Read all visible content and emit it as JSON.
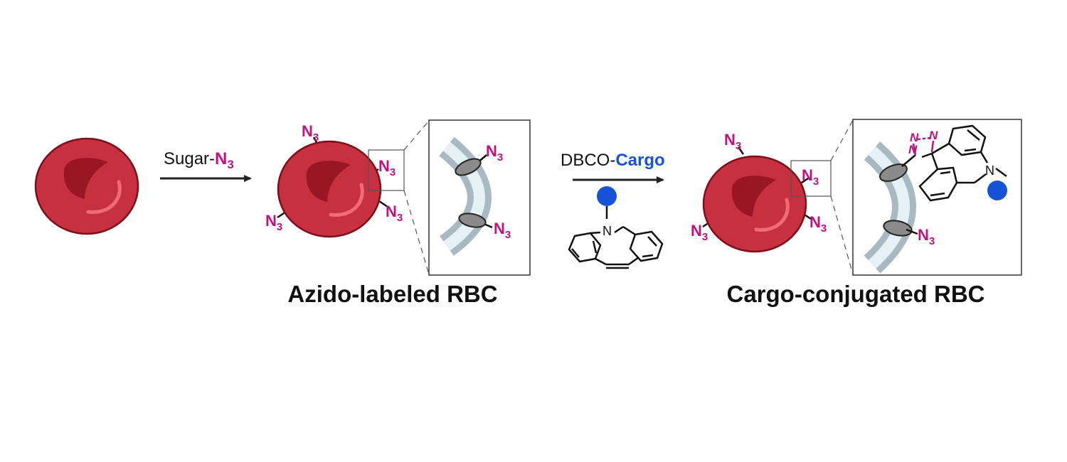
{
  "colors": {
    "rbc": "#c7313f",
    "rbc_dark": "#991624",
    "rbc_highlight": "#ef6c77",
    "azide": "#c0127f",
    "cargo": "#1653d6",
    "membrane": "#a9b9c2",
    "membrane_inner": "#e6f0f7"
  },
  "step1": {
    "reagent_prefix": "Sugar-",
    "reagent_azide": "N",
    "reagent_sub": "3"
  },
  "step2": {
    "reagent_prefix": "DBCO-",
    "reagent_cargo": "Cargo"
  },
  "azide": {
    "symbol": "N",
    "sub": "3"
  },
  "dbco": {
    "nitrogen": "N"
  },
  "triazole": {
    "n_label": "N"
  },
  "captions": {
    "azido": "Azido-labeled RBC",
    "conjugated": "Cargo-conjugated RBC"
  },
  "icons": [
    "rbc-icon",
    "arrow-icon",
    "membrane-icon",
    "dbco-molecule-icon",
    "cargo-bead-icon"
  ]
}
